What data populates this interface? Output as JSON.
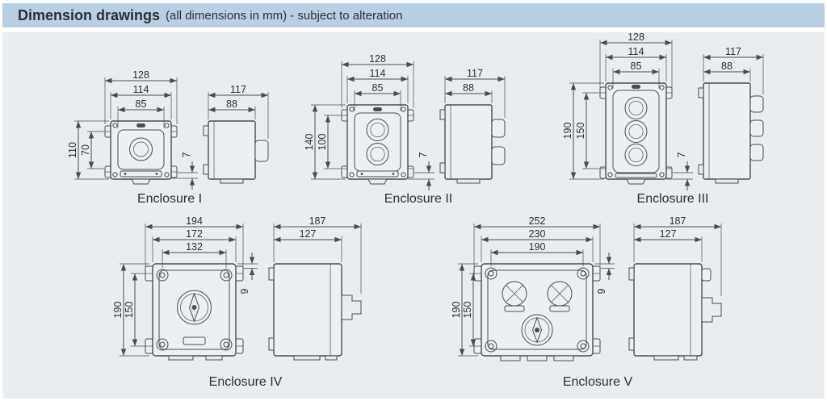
{
  "header": {
    "title": "Dimension drawings",
    "subtitle": "(all dimensions in mm) - subject to alteration"
  },
  "enclosures": [
    {
      "label": "Enclosure I",
      "front": {
        "w_outer": "128",
        "w_body": "114",
        "w_inner": "85",
        "h_outer": "110",
        "h_inner": "70",
        "lug_offset": "7"
      },
      "side": {
        "d_outer": "117",
        "d_body": "88"
      }
    },
    {
      "label": "Enclosure II",
      "front": {
        "w_outer": "128",
        "w_body": "114",
        "w_inner": "85",
        "h_outer": "140",
        "h_inner": "100",
        "lug_offset": "7"
      },
      "side": {
        "d_outer": "117",
        "d_body": "88"
      }
    },
    {
      "label": "Enclosure III",
      "front": {
        "w_outer": "128",
        "w_body": "114",
        "w_inner": "85",
        "h_outer": "190",
        "h_inner": "150",
        "lug_offset": "7"
      },
      "side": {
        "d_outer": "117",
        "d_body": "88"
      }
    },
    {
      "label": "Enclosure IV",
      "front": {
        "w_outer": "194",
        "w_body": "172",
        "w_inner": "132",
        "h_outer": "190",
        "h_inner": "150",
        "lug_offset": "9"
      },
      "side": {
        "d_outer": "187",
        "d_body": "127"
      }
    },
    {
      "label": "Enclosure V",
      "front": {
        "w_outer": "252",
        "w_body": "230",
        "w_inner": "190",
        "h_outer": "190",
        "h_inner": "150",
        "lug_offset": "9"
      },
      "side": {
        "d_outer": "187",
        "d_body": "127"
      }
    }
  ],
  "colors": {
    "header_bg": "#b9d0e4",
    "panel_bg": "#e9edf0",
    "line": "#474d52",
    "text": "#2a2f34"
  }
}
